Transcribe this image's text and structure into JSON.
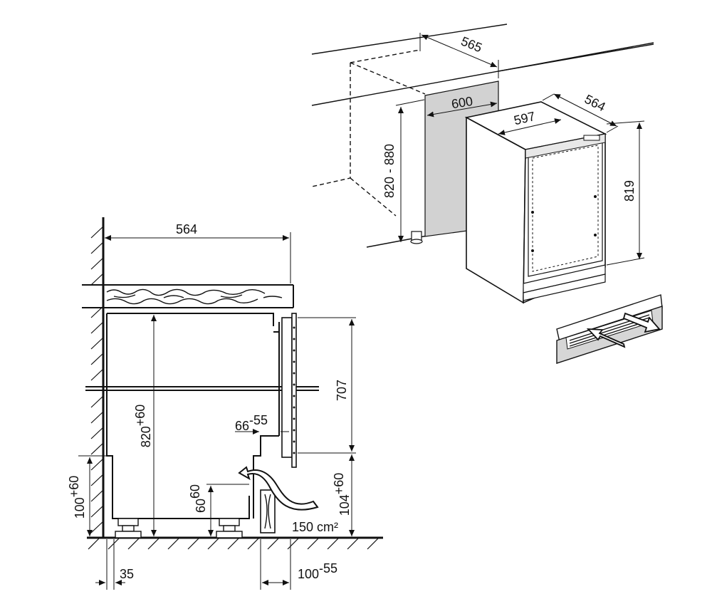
{
  "colors": {
    "ink": "#111111",
    "cabinet_grey": "#d2d2d2",
    "paper": "#ffffff"
  },
  "icons": [
    "airflow-arrow-icon",
    "vent-grille-icon",
    "adjustable-foot-icon"
  ],
  "iso_view": {
    "niche_depth": "565",
    "niche_width": "600",
    "niche_height": "820 - 880",
    "appliance_width": "597",
    "appliance_depth": "564",
    "appliance_height": "819"
  },
  "section_view": {
    "top_depth": "564",
    "niche_height": {
      "base": "820",
      "sup": "+60"
    },
    "door_height": "707",
    "base_height": {
      "base": "100",
      "sup": "+60"
    },
    "foot_height": {
      "base": "60",
      "sup": "60"
    },
    "gap_height": {
      "base": "104",
      "sup": "+60"
    },
    "recess": {
      "base": "66",
      "sup": "-55"
    },
    "vent_area": "150 cm²",
    "foot_offset": "35",
    "plinth_depth": {
      "base": "100",
      "sup": "-55"
    }
  }
}
